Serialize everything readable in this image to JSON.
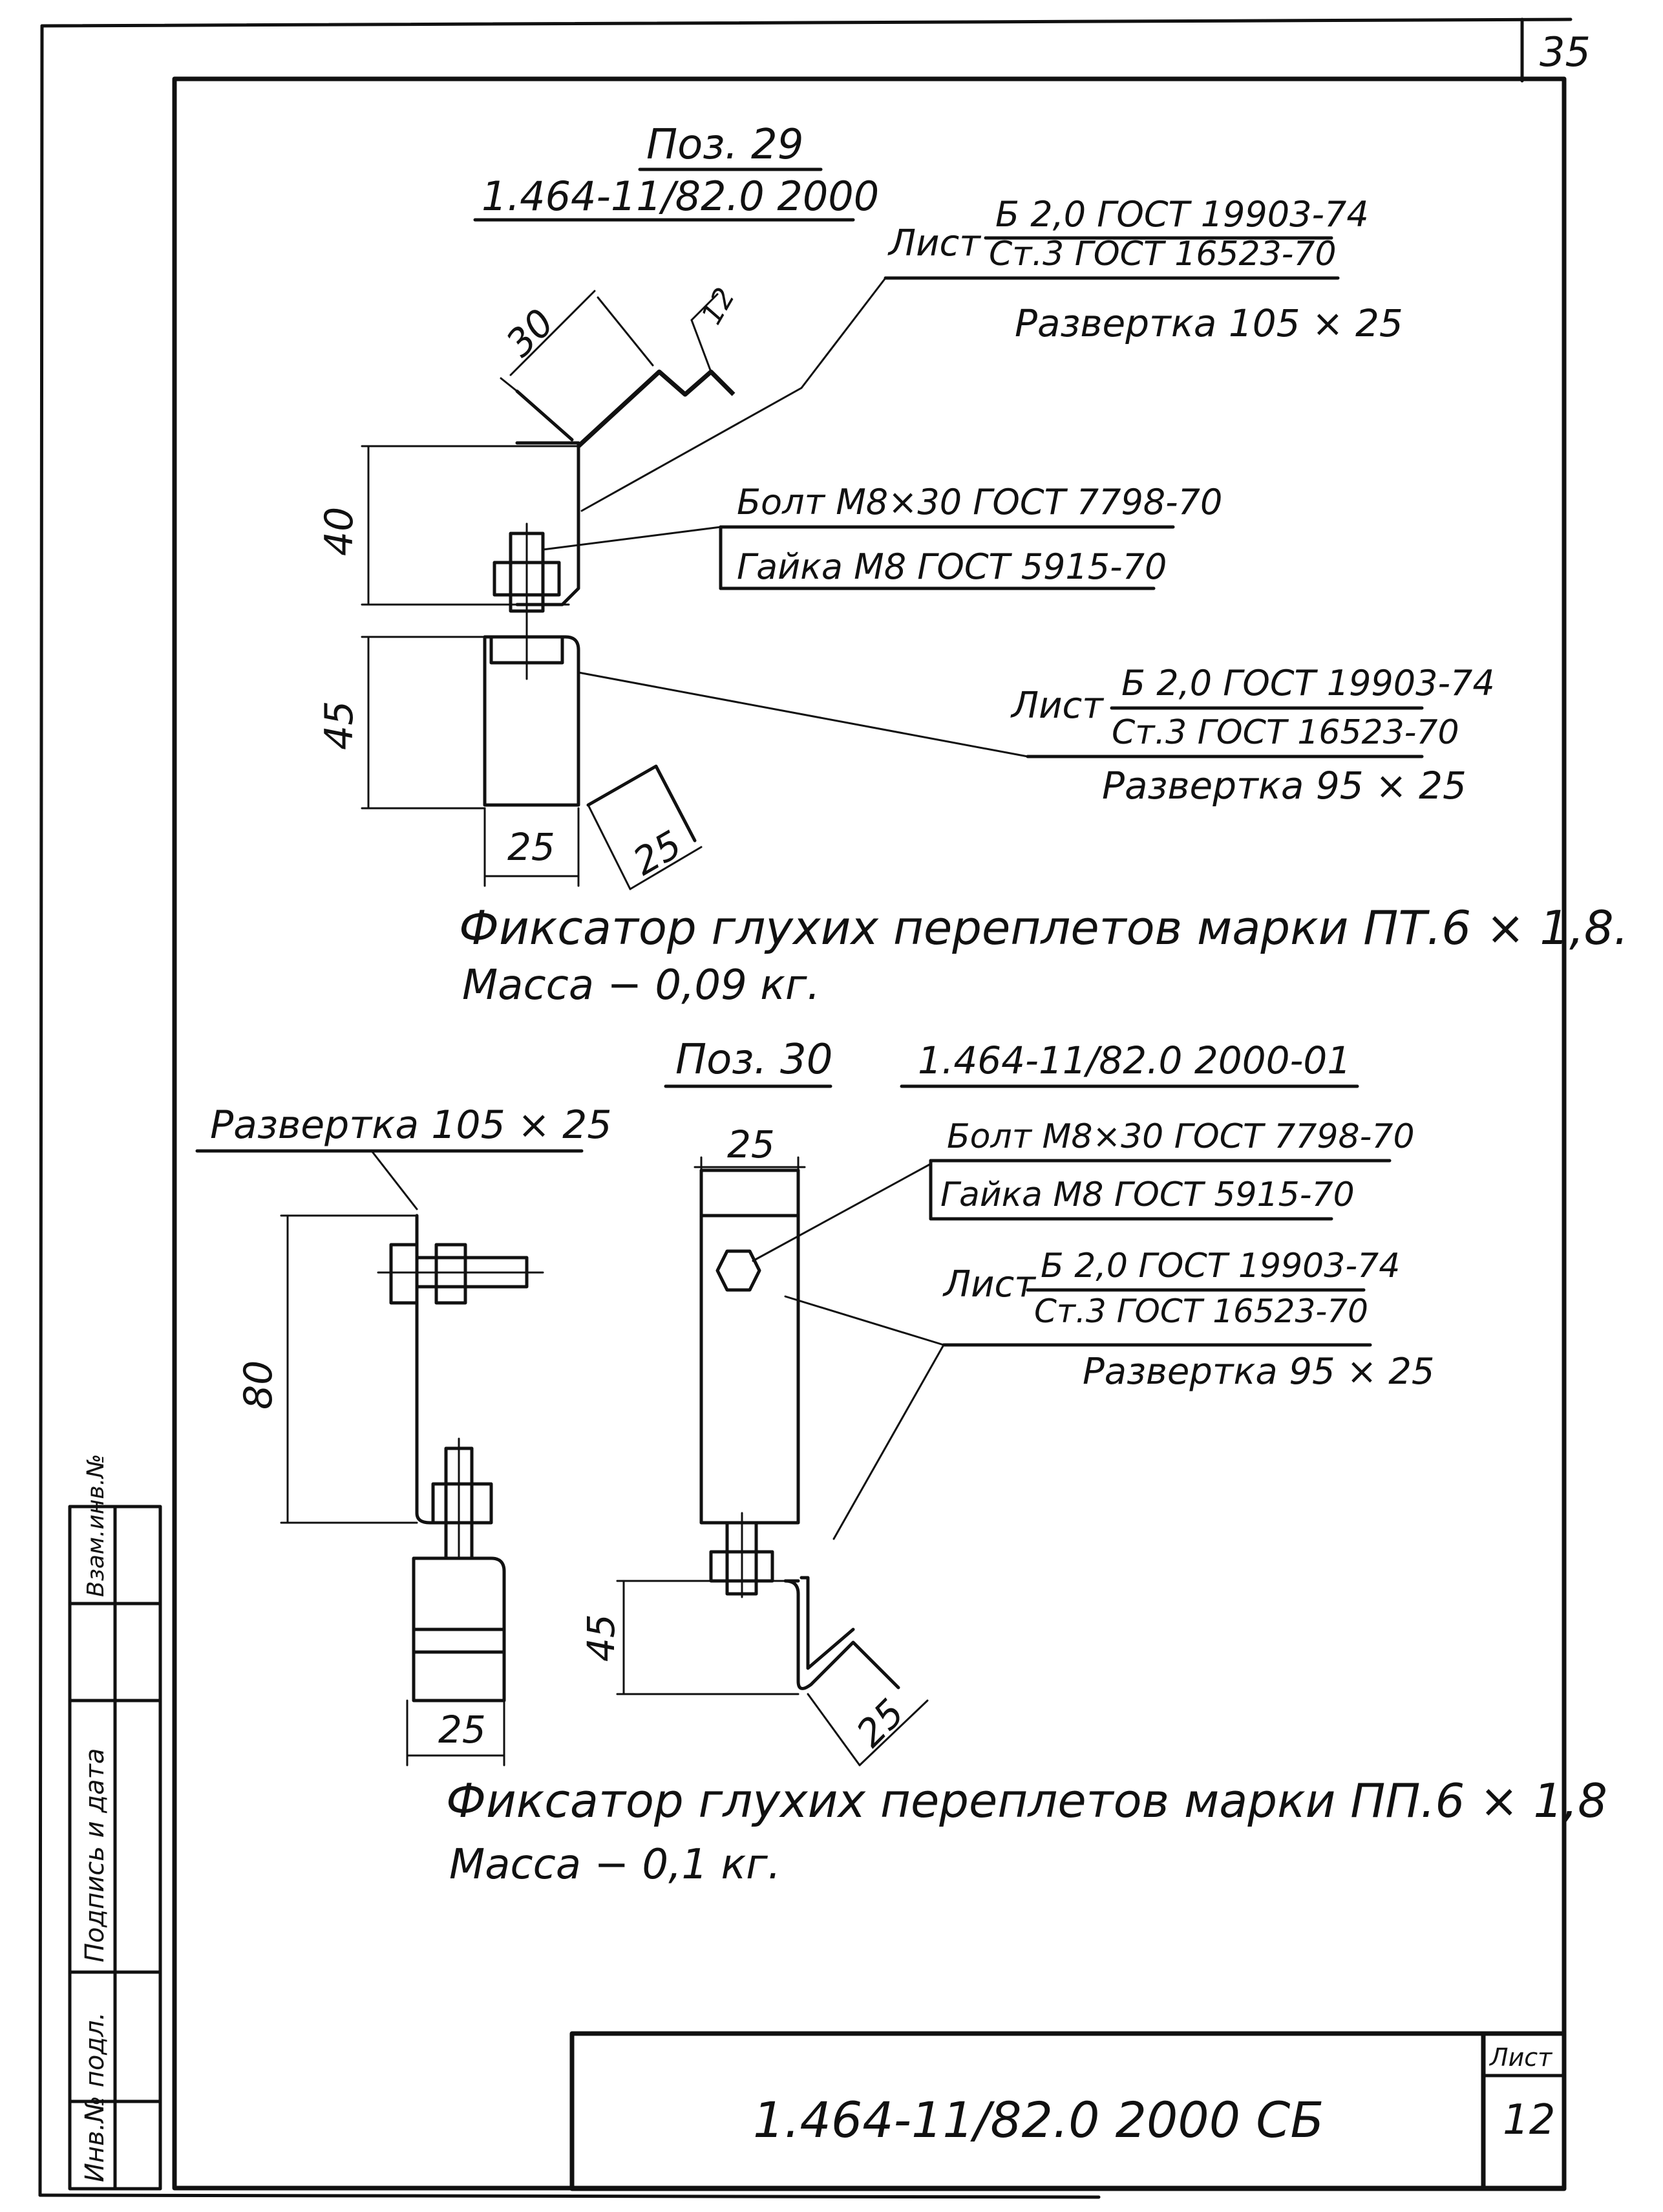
{
  "sheet_number_corner": "35",
  "pos29": {
    "title": "Поз. 29",
    "code": "1.464-11/82.0 2000",
    "sheet1": {
      "prefix": "Лист",
      "top": "Б 2,0 ГОСТ 19903-74",
      "bottom": "Ст.3 ГОСТ 16523-70",
      "unfold": "Развертка 105 × 25"
    },
    "bolt": "Болт М8×30 ГОСТ 7798-70",
    "nut": "Гайка М8 ГОСТ 5915-70",
    "sheet2": {
      "prefix": "Лист",
      "top": "Б 2,0 ГОСТ 19903-74",
      "bottom": "Ст.3 ГОСТ 16523-70",
      "unfold": "Развертка 95 × 25"
    },
    "dims": {
      "d30": "30",
      "d12": "12",
      "d40": "40",
      "d45": "45",
      "d25a": "25",
      "d25b": "25"
    },
    "caption1": "Фиксатор глухих переплетов марки ПТ.6 × 1,8.",
    "caption2": "Масса − 0,09 кг."
  },
  "pos30": {
    "title": "Поз. 30",
    "code": "1.464-11/82.0 2000-01",
    "unfold_left": "Развертка 105 × 25",
    "bolt": "Болт М8×30 ГОСТ 7798-70",
    "nut": "Гайка М8 ГОСТ 5915-70",
    "sheet": {
      "prefix": "Лист",
      "top": "Б 2,0 ГОСТ 19903-74",
      "bottom": "Ст.3 ГОСТ 16523-70",
      "unfold": "Развертка 95 × 25"
    },
    "dims": {
      "d80": "80",
      "d25left": "25",
      "d25top": "25",
      "d45": "45",
      "d25right": "25"
    },
    "caption1": "Фиксатор глухих переплетов марки ПП.6 × 1,8",
    "caption2": "Масса − 0,1 кг."
  },
  "side_stamp": {
    "inv_no": "Инв.№ подл.",
    "sign_date": "Подпись и дата",
    "vzam": "Взам.инв.№"
  },
  "title_block": {
    "designation": "1.464-11/82.0 2000 СБ",
    "sheet_label": "Лист",
    "sheet_number": "12"
  }
}
